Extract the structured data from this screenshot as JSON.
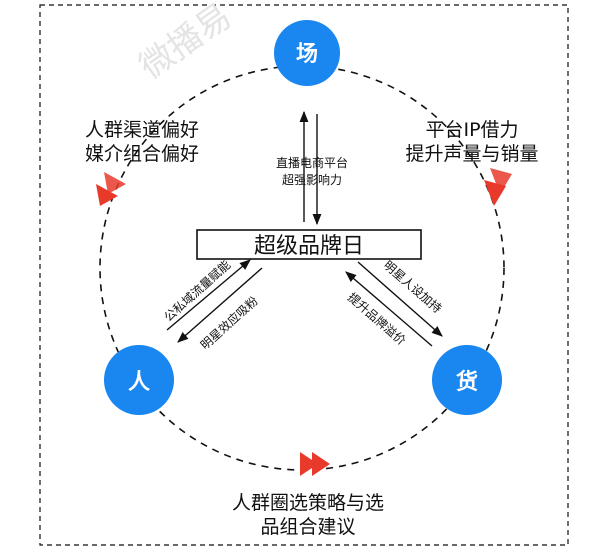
{
  "nodes": {
    "top": "场",
    "left": "人",
    "right": "货"
  },
  "center_title": "超级品牌日",
  "captions": {
    "top_left": [
      "人群渠道偏好",
      "媒介组合偏好"
    ],
    "top_right": [
      "平台IP借力",
      "提升声量与销量"
    ],
    "bottom": [
      "人群圈选策略与选",
      "品组合建议"
    ]
  },
  "connector_labels": {
    "vertical": [
      "直播电商平台",
      "超强影响力"
    ],
    "left_upper": "公私域流量赋能",
    "left_lower": "明星效应吸粉",
    "right_upper": "明星人设加持",
    "right_lower": "提升品牌溢价"
  },
  "watermark": "微播易",
  "colors": {
    "node": "#1a86f0",
    "arrowhead": "#e8392b",
    "line": "#111111"
  }
}
